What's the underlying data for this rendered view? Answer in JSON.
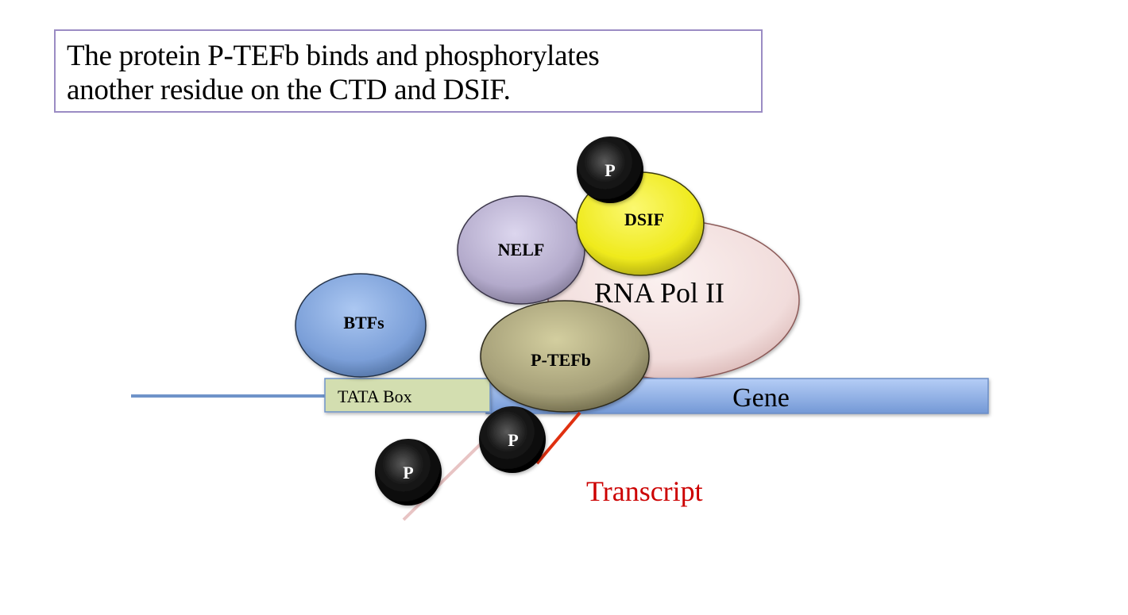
{
  "caption": {
    "lines": [
      "The protein P-TEFb binds and phosphorylates",
      "another residue on the CTD and DSIF."
    ]
  },
  "diagram": {
    "proteins": {
      "rna_pol_ii": {
        "label": "RNA Pol II",
        "color": "#f3dedd"
      },
      "dsif": {
        "label": "DSIF",
        "color": "#f2ee2a"
      },
      "nelf": {
        "label": "NELF",
        "color": "#b8b0d0"
      },
      "btfs": {
        "label": "BTFs",
        "color": "#7fa3dc"
      },
      "p_tefb": {
        "label": "P-TEFb",
        "color": "#a9a27c"
      }
    },
    "phosphate_label": "P",
    "phosphate_color": "#111111",
    "dna": {
      "tata_box_label": "TATA Box",
      "tata_box_color": "#d3deb0",
      "gene_label": "Gene",
      "gene_color": "#8fb0e6",
      "line_color": "#6f93c9"
    },
    "transcript": {
      "label": "Transcript",
      "label_color": "#cc0000",
      "line_color": "#e03010",
      "ctd_line_color": "#e8c4c4"
    }
  }
}
